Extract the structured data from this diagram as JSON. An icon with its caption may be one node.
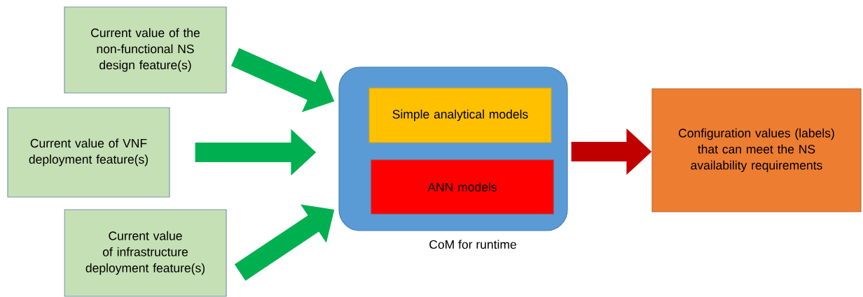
{
  "diagram": {
    "nodes": [
      {
        "text": [
          "Current value of the non-functional NS design feature(s)"
        ]
      },
      {
        "text": [
          "Current value of VNF deployment feature(s)"
        ]
      },
      {
        "text": [
          "Current value of infrastructure deployment feature(s)"
        ]
      },
      {
        "text": [],
        "shape": "box",
        "beside": [
          "CoM for runtime"
        ]
      },
      {
        "text": [
          "Simple analytical models"
        ],
        "in": 3
      },
      {
        "text": [
          "ANN models"
        ],
        "in": 3
      },
      {
        "text": [
          "Configuration values (labels) that can meet the NS availability requirements"
        ]
      }
    ],
    "edges": [
      {
        "from": 0,
        "to": 3,
        "arrow": "to"
      },
      {
        "from": 1,
        "to": 3,
        "arrow": "to"
      },
      {
        "from": 2,
        "to": 3,
        "arrow": "to"
      },
      {
        "from": 3,
        "to": 6,
        "arrow": "to",
        "color": "#c00000"
      }
    ]
  }
}
